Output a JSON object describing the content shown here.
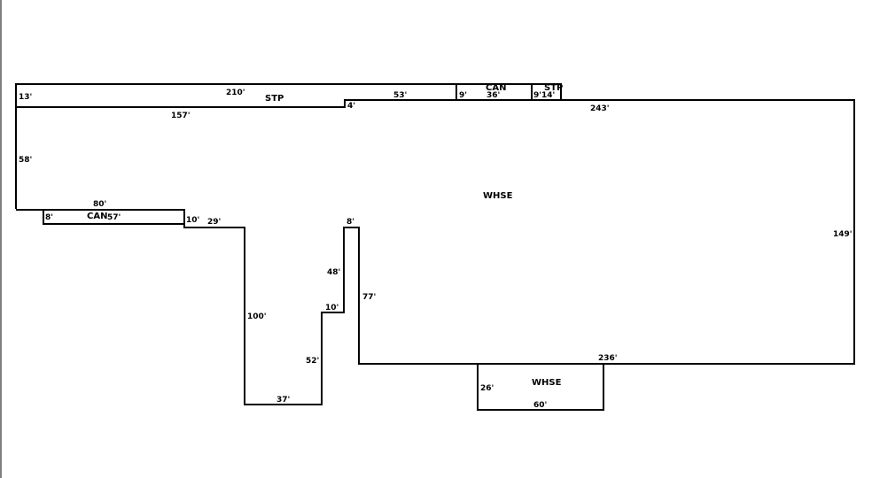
{
  "areas": {
    "stp_top": "STP",
    "can_top": "CAN",
    "stp_right": "STP",
    "whse_main": "WHSE",
    "can_left": "CAN",
    "whse_bottom": "WHSE"
  },
  "dimensions": {
    "d13": "13'",
    "d210": "210'",
    "d53": "53'",
    "d9a": "9'",
    "d36": "36'",
    "d9b": "9'",
    "d14": "14'",
    "d157": "157'",
    "d4": "4'",
    "d243": "243'",
    "d58": "58'",
    "d80": "80'",
    "d8a": "8'",
    "d57": "57'",
    "d10a": "10'",
    "d29": "29'",
    "d8b": "8'",
    "d149": "149'",
    "d48": "48'",
    "d10b": "10'",
    "d77": "77'",
    "d100": "100'",
    "d52": "52'",
    "d37": "37'",
    "d236": "236'",
    "d26": "26'",
    "d60": "60'"
  }
}
